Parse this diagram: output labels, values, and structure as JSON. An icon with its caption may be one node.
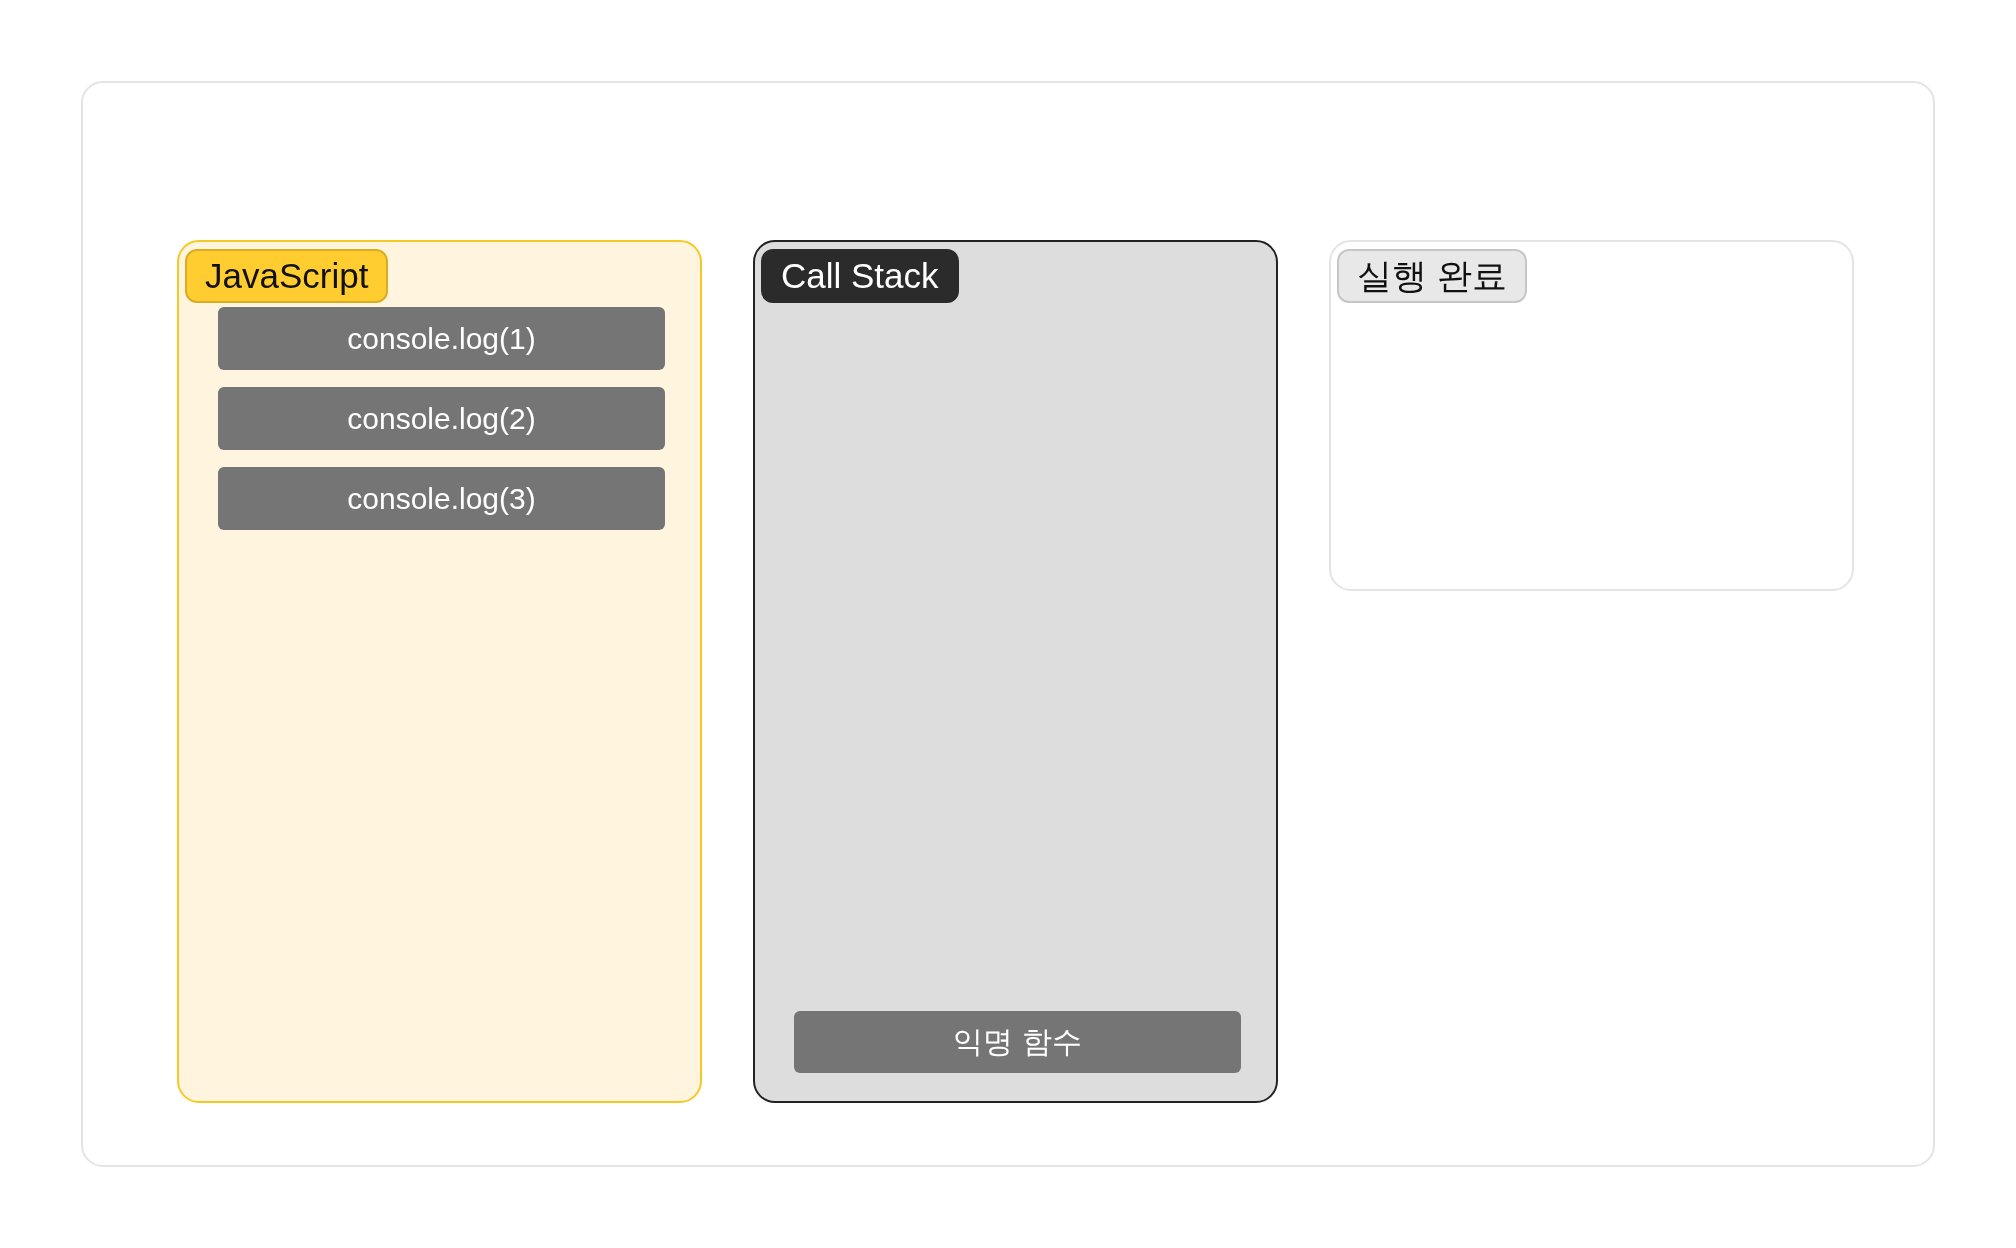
{
  "diagram": {
    "nodes": [
      {
        "text": [
          "JavaScript"
        ]
      },
      {
        "text": [
          "console.log(1)"
        ],
        "in": 0
      },
      {
        "text": [
          "console.log(2)"
        ],
        "in": 0
      },
      {
        "text": [
          "console.log(3)"
        ],
        "in": 0
      },
      {
        "text": [
          "Call Stack"
        ]
      },
      {
        "text": [
          "익명 함수"
        ],
        "in": 4
      },
      {
        "text": [
          "실행 완료"
        ]
      }
    ],
    "edges": []
  }
}
